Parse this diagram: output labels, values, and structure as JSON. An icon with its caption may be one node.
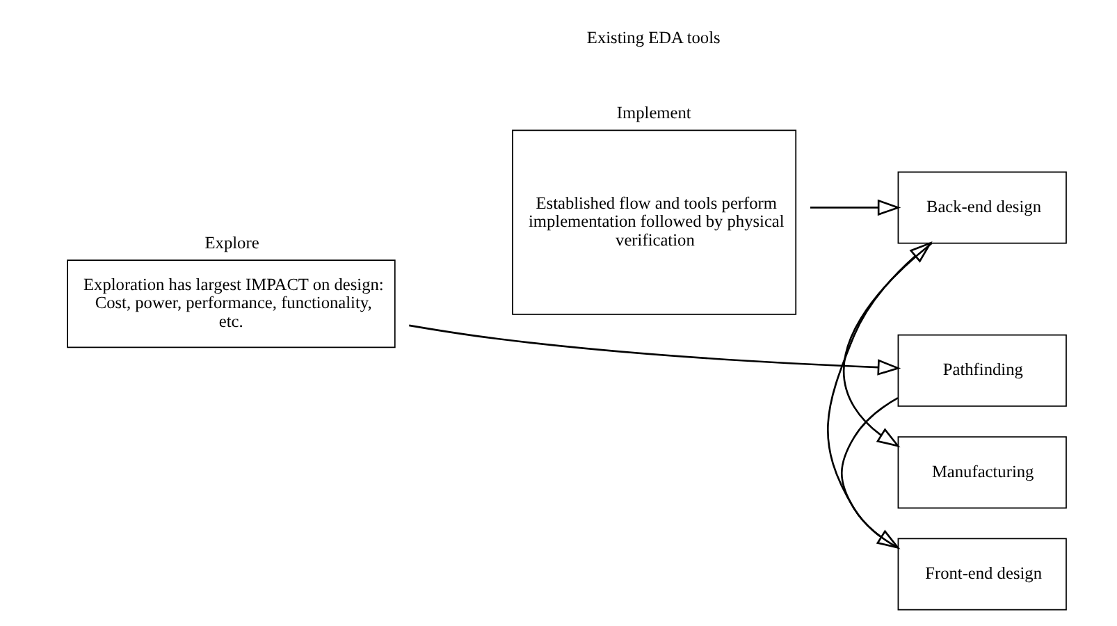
{
  "diagram": {
    "nodes": [
      {
        "text": [
          "Explore",
          "Exploration has largest IMPACT on design: Cost, power, performance, functionality, etc."
        ]
      },
      {
        "text": [
          "Implement",
          "Established flow and tools perform implementation followed by physical verification"
        ]
      },
      {
        "text": [
          "Pathfinding"
        ]
      },
      {
        "text": [
          "Front-end design"
        ]
      },
      {
        "text": [
          "Back-end design"
        ]
      },
      {
        "text": [
          "Manufacturing"
        ]
      }
    ],
    "edges": [
      {
        "from": 0,
        "to": 2,
        "arrow": "to"
      },
      {
        "from": 2,
        "to": 3,
        "arrow": "to"
      },
      {
        "from": 3,
        "to": 4,
        "arrow": "to"
      },
      {
        "from": 4,
        "to": 5,
        "arrow": "to"
      },
      {
        "from": 1,
        "to": 4,
        "arrow": "to"
      }
    ],
    "labels": [
      "Existing EDA tools"
    ]
  }
}
